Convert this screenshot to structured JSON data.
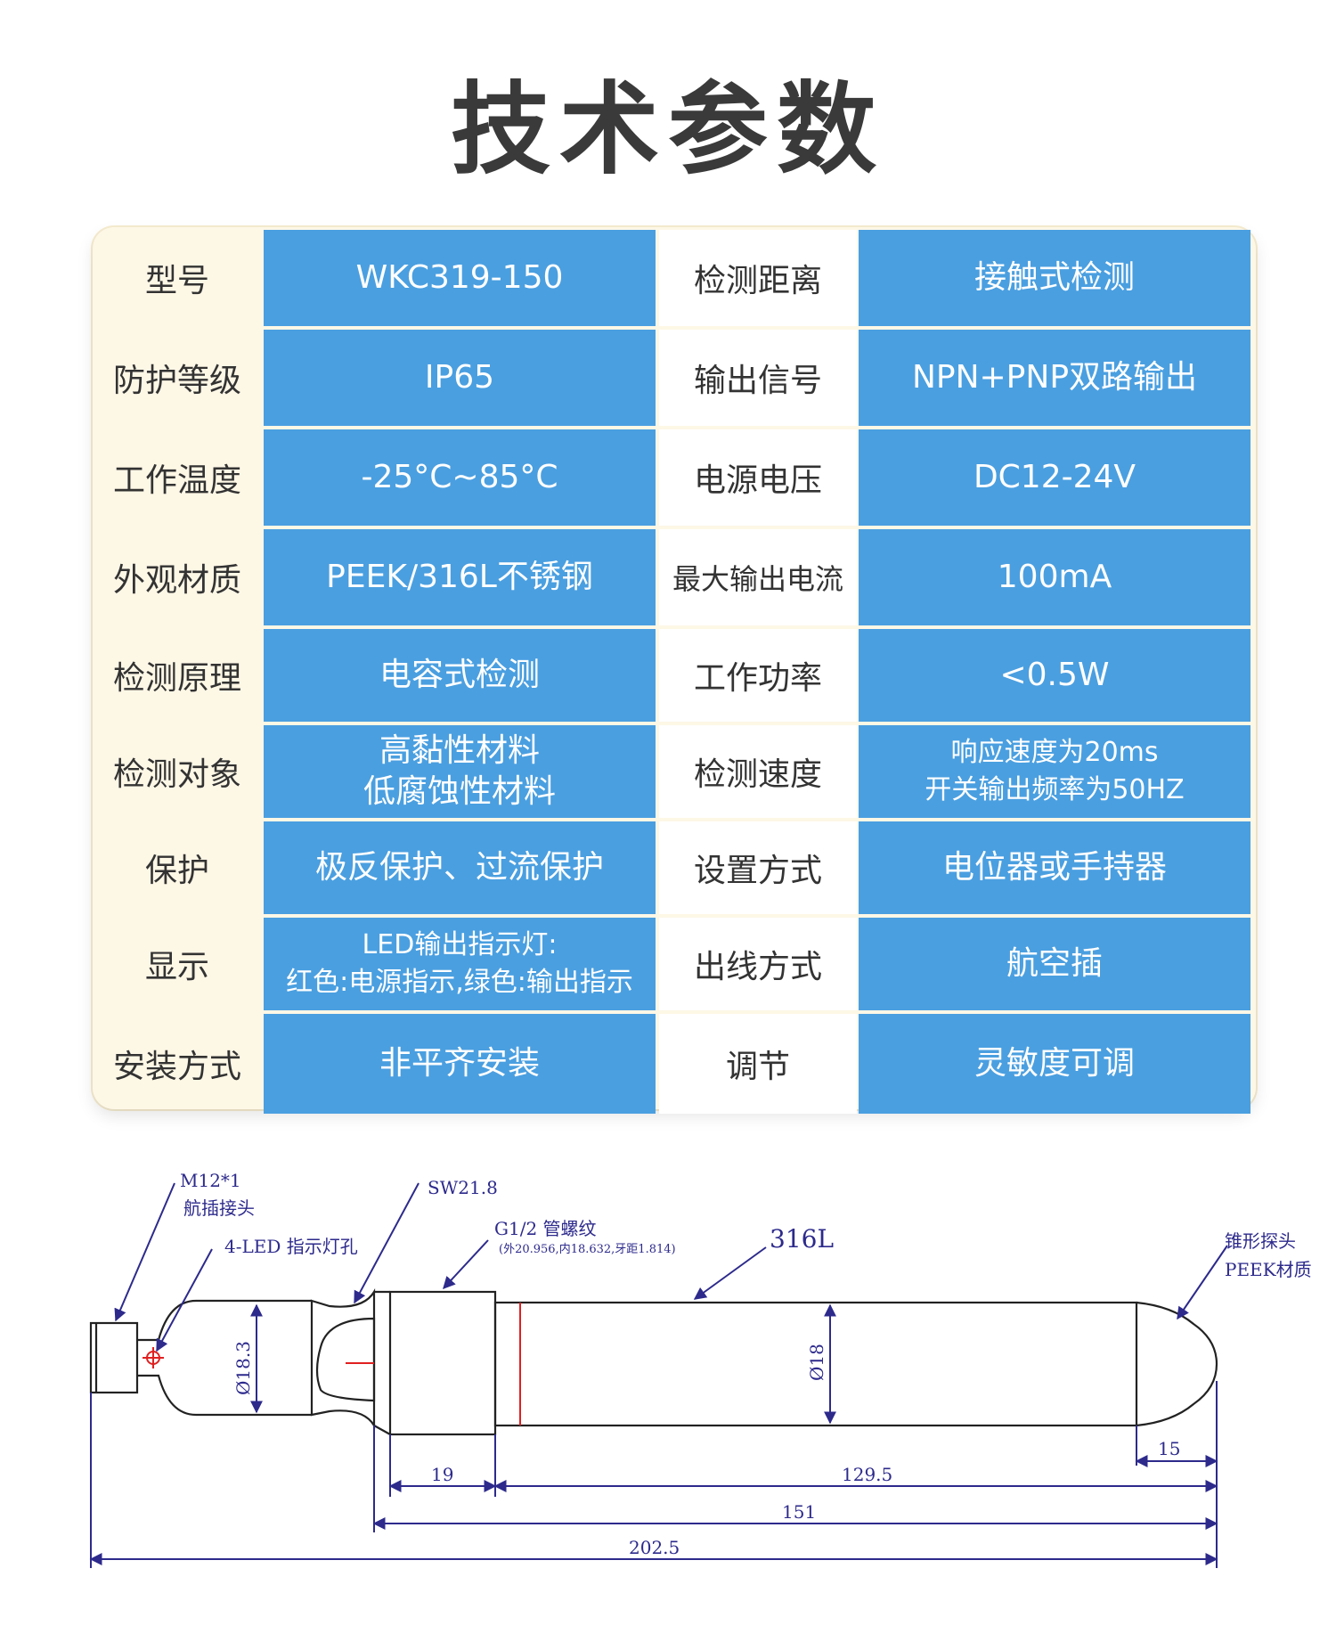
{
  "title": "技术参数",
  "colors": {
    "value_bg": "#4a9fe0",
    "card_bg": "#fdf7e6",
    "drawing_line": "#2d2a8c"
  },
  "specs": [
    {
      "label_l": "型号",
      "value_l": [
        "WKC319-150"
      ],
      "label_r": "检测距离",
      "value_r": [
        "接触式检测"
      ]
    },
    {
      "label_l": "防护等级",
      "value_l": [
        "IP65"
      ],
      "label_r": "输出信号",
      "value_r": [
        "NPN+PNP双路输出"
      ]
    },
    {
      "label_l": "工作温度",
      "value_l": [
        "-25°C~85°C"
      ],
      "label_r": "电源电压",
      "value_r": [
        "DC12-24V"
      ]
    },
    {
      "label_l": "外观材质",
      "value_l": [
        "PEEK/316L不锈钢"
      ],
      "label_r": "最大输出电流",
      "value_r": [
        "100mA"
      ]
    },
    {
      "label_l": "检测原理",
      "value_l": [
        "电容式检测"
      ],
      "label_r": "工作功率",
      "value_r": [
        "<0.5W"
      ]
    },
    {
      "label_l": "检测对象",
      "value_l": [
        "高黏性材料",
        "低腐蚀性材料"
      ],
      "label_r": "检测速度",
      "value_r": [
        "响应速度为20ms",
        "开关输出频率为50HZ"
      ]
    },
    {
      "label_l": "保护",
      "value_l": [
        "极反保护、过流保护"
      ],
      "label_r": "设置方式",
      "value_r": [
        "电位器或手持器"
      ]
    },
    {
      "label_l": "显示",
      "value_l": [
        "LED输出指示灯:",
        "红色:电源指示,绿色:输出指示"
      ],
      "label_r": "出线方式",
      "value_r": [
        "航空插"
      ]
    },
    {
      "label_l": "安装方式",
      "value_l": [
        "非平齐安装"
      ],
      "label_r": "调节",
      "value_r": [
        "灵敏度可调"
      ]
    }
  ],
  "drawing": {
    "callouts": {
      "connector_thread": "M12*1",
      "connector_name": "航插接头",
      "led_hole": "4-LED 指示灯孔",
      "wrench": "SW21.8",
      "pipe_thread": "G1/2 管螺纹",
      "pipe_thread_detail": "(外20.956,内18.632,牙距1.814)",
      "material_body": "316L",
      "probe_tip": "锥形探头",
      "probe_material": "PEEK材质"
    },
    "dimensions": {
      "dia_head": "Ø18.3",
      "dia_body": "Ø18",
      "len_tip": "15",
      "len_thread": "19",
      "len_rod": "129.5",
      "len_probe": "151",
      "len_total": "202.5"
    }
  }
}
